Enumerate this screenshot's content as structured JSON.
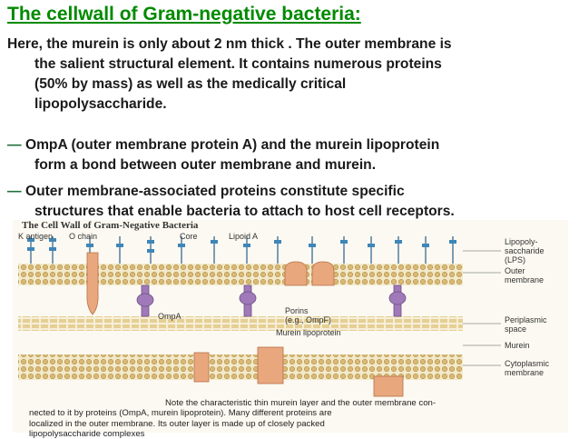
{
  "slide": {
    "title": "The cellwall of Gram-negative bacteria:",
    "paragraph1": [
      "Here, the murein is only about 2 nm thick . The outer membrane is",
      "the salient structural element. It contains numerous proteins",
      "(50% by mass) as well as the medically critical",
      "lipopolysaccharide."
    ],
    "paragraph2": {
      "bullet": "—",
      "lines": [
        "OmpA (outer membrane protein A) and the murein lipoprotein",
        "form a bond between outer membrane and murein."
      ]
    },
    "paragraph3": {
      "bullet": "—",
      "lines": [
        "Outer membrane-associated proteins constitute specific",
        "structures that enable bacteria to attach to host cell receptors."
      ]
    }
  },
  "figure": {
    "title": "The Cell Wall of Gram-Negative Bacteria",
    "labels": {
      "k_antigen": "K antigen",
      "o_chain": "O chain",
      "core": "Core",
      "lipoid_a": "Lipoid A",
      "lps_1": "Lipopoly-",
      "lps_2": "saccharide",
      "lps_3": "(LPS)",
      "outer_1": "Outer",
      "outer_2": "membrane",
      "ompa": "OmpA",
      "porins_1": "Porins",
      "porins_2": "(e.g., OmpF)",
      "murein_lipoprotein": "Murein lipoprotein",
      "peri_1": "Periplasmic",
      "peri_2": "space",
      "murein": "Murein",
      "cyto_1": "Cytoplasmic",
      "cyto_2": "membrane"
    },
    "caption": [
      "Note the characteristic thin murein layer and the outer membrane con-",
      "nected to it by proteins (OmpA, murein lipoprotein). Many different proteins are",
      "localized in the outer membrane. Its outer layer is made up of closely packed",
      "lipopolysaccharide complexes"
    ]
  }
}
